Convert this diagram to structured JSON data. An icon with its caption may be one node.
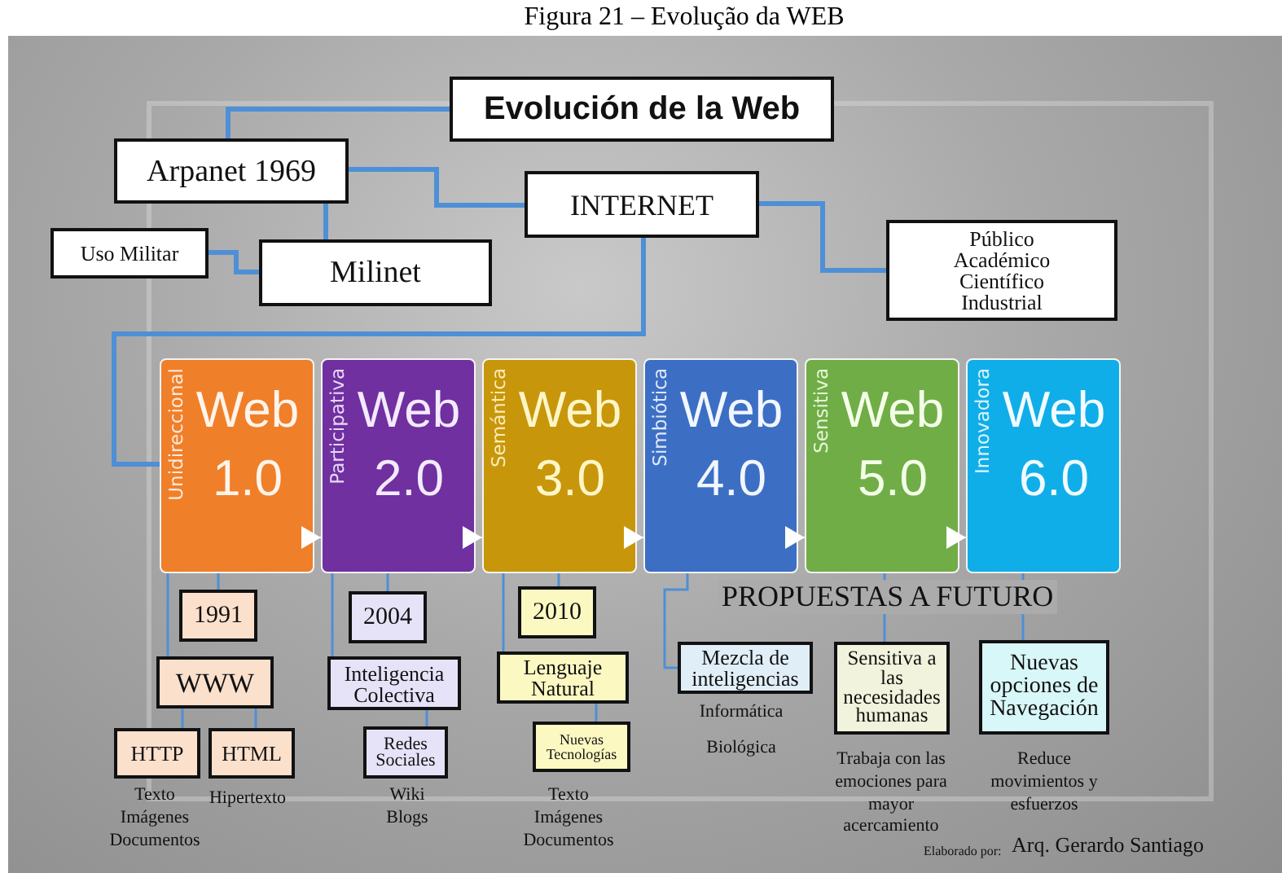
{
  "diagram": {
    "title": "Figura 21 – Evolução da WEB",
    "nodes": [
      {
        "text": [
          "Evolución de la Web"
        ]
      },
      {
        "text": [
          "Arpanet 1969"
        ]
      },
      {
        "text": [
          "INTERNET"
        ]
      },
      {
        "text": [
          "Uso Militar"
        ]
      },
      {
        "text": [
          "Milinet"
        ]
      },
      {
        "text": [
          "Público Académico Científico Industrial"
        ]
      },
      {
        "text": [
          "Unidireccional",
          "Web 1.0"
        ]
      },
      {
        "text": [
          "Participativa",
          "Web 2.0"
        ]
      },
      {
        "text": [
          "Semántica",
          "Web 3.0"
        ]
      },
      {
        "text": [
          "Simbiótica",
          "Web 4.0"
        ]
      },
      {
        "text": [
          "Sensitiva",
          "Web 5.0"
        ]
      },
      {
        "text": [
          "Innovadora",
          "Web 6.0"
        ]
      },
      {
        "text": [
          "1991"
        ]
      },
      {
        "text": [
          "WWW"
        ]
      },
      {
        "text": [
          "HTTP"
        ],
        "beside": [
          "Texto Imágenes Documentos"
        ]
      },
      {
        "text": [
          "HTML"
        ],
        "beside": [
          "Hipertexto"
        ]
      },
      {
        "text": [
          "2004"
        ]
      },
      {
        "text": [
          "Inteligencia Colectiva"
        ]
      },
      {
        "text": [
          "Redes Sociales"
        ],
        "beside": [
          "Wiki Blogs"
        ]
      },
      {
        "text": [
          "2010"
        ]
      },
      {
        "text": [
          "Lenguaje Natural"
        ]
      },
      {
        "text": [
          "Nuevas Tecnologías"
        ],
        "beside": [
          "Texto Imágenes Documentos"
        ]
      },
      {
        "text": [
          "Mezcla de inteligencias"
        ],
        "beside": [
          "Informática",
          "Biológica"
        ]
      },
      {
        "text": [
          "Sensitiva a las necesidades humanas"
        ],
        "beside": [
          "Trabaja con las emociones para mayor acercamiento"
        ]
      },
      {
        "text": [
          "Nuevas opciones de Navegación"
        ],
        "beside": [
          "Reduce movimientos y esfuerzos"
        ]
      }
    ],
    "edges": [
      {
        "from": 1,
        "to": 0,
        "arrow": "none",
        "style": "thick"
      },
      {
        "from": 1,
        "to": 2,
        "arrow": "none",
        "style": "thick"
      },
      {
        "from": 1,
        "to": 4,
        "arrow": "none",
        "style": "thick"
      },
      {
        "from": 3,
        "to": 4,
        "arrow": "none",
        "style": "thick"
      },
      {
        "from": 2,
        "to": 5,
        "arrow": "none",
        "style": "thick"
      },
      {
        "from": 2,
        "to": 6,
        "arrow": "none",
        "style": "thick"
      },
      {
        "from": 6,
        "to": 7,
        "arrow": "to",
        "color": "#ffffff"
      },
      {
        "from": 7,
        "to": 8,
        "arrow": "to",
        "color": "#ffffff"
      },
      {
        "from": 8,
        "to": 9,
        "arrow": "to",
        "color": "#ffffff"
      },
      {
        "from": 9,
        "to": 10,
        "arrow": "to",
        "color": "#ffffff"
      },
      {
        "from": 10,
        "to": 11,
        "arrow": "to",
        "color": "#ffffff"
      },
      {
        "from": 6,
        "to": 12,
        "arrow": "none"
      },
      {
        "from": 6,
        "to": 13,
        "arrow": "none"
      },
      {
        "from": 13,
        "to": 14,
        "arrow": "none"
      },
      {
        "from": 13,
        "to": 15,
        "arrow": "none"
      },
      {
        "from": 7,
        "to": 16,
        "arrow": "none"
      },
      {
        "from": 7,
        "to": 17,
        "arrow": "none"
      },
      {
        "from": 17,
        "to": 18,
        "arrow": "none"
      },
      {
        "from": 8,
        "to": 19,
        "arrow": "none"
      },
      {
        "from": 8,
        "to": 20,
        "arrow": "none"
      },
      {
        "from": 20,
        "to": 21,
        "arrow": "none"
      },
      {
        "from": 9,
        "to": 22,
        "arrow": "none"
      },
      {
        "from": 10,
        "to": 23,
        "arrow": "none"
      },
      {
        "from": 11,
        "to": 24,
        "arrow": "none"
      }
    ],
    "labels": [
      "PROPUESTAS A FUTURO",
      "Elaborado por:",
      "Arq. Gerardo Santiago"
    ]
  }
}
